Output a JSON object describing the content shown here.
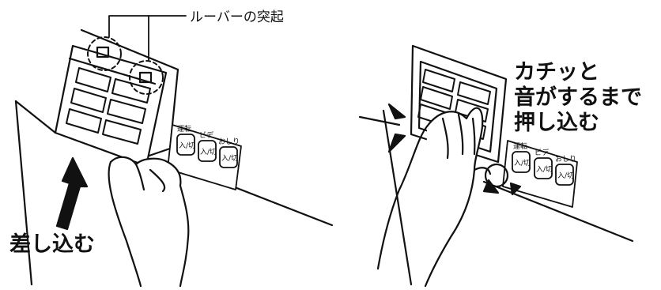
{
  "left_panel": {
    "callout": "ルーバーの突起",
    "caption": "差し込む"
  },
  "right_panel": {
    "caption_lines": [
      "カチッと",
      "音がするまで",
      "押し込む"
    ]
  },
  "control_panel": {
    "labels": [
      "運転",
      "ビデ",
      "おしり"
    ],
    "button_text": "入/切"
  }
}
